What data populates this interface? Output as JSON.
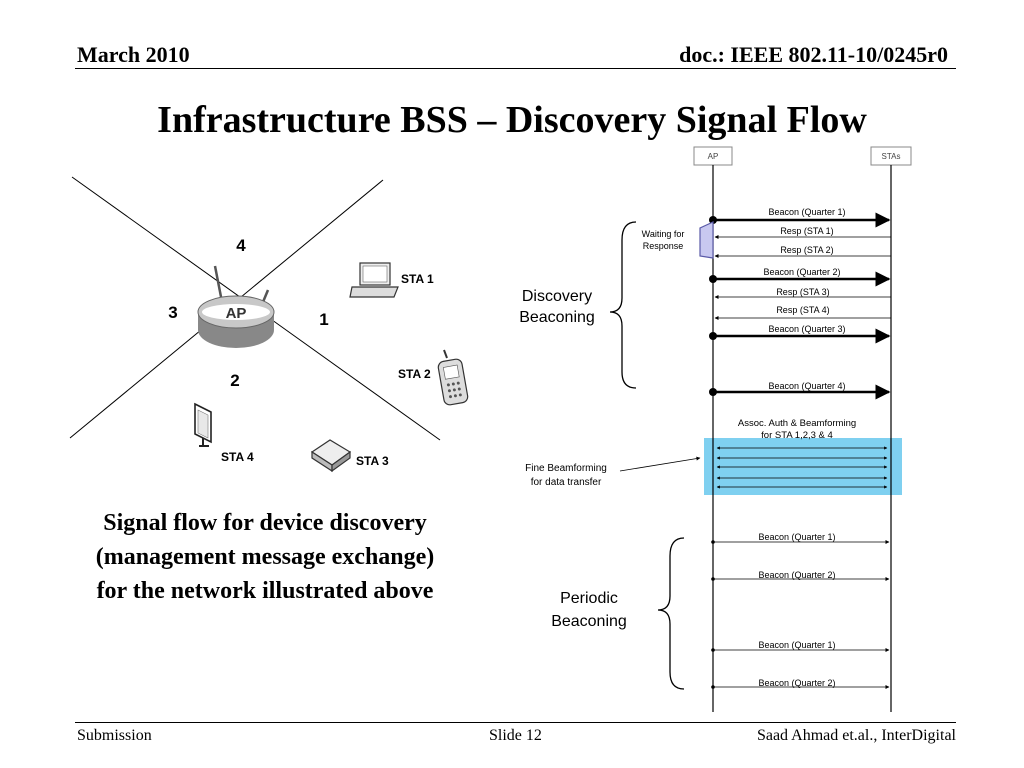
{
  "header": {
    "date": "March 2010",
    "doc": "doc.: IEEE 802.11-10/0245r0"
  },
  "title": "Infrastructure BSS – Discovery Signal Flow",
  "network": {
    "ap_label": "AP",
    "sectors": [
      "1",
      "2",
      "3",
      "4"
    ],
    "stations": [
      "STA 1",
      "STA 2",
      "STA 3",
      "STA 4"
    ]
  },
  "caption": {
    "lines": [
      "Signal flow for device discovery",
      "(management message exchange)",
      "for the network illustrated above"
    ]
  },
  "sequence": {
    "participants": [
      "AP",
      "STAs"
    ],
    "waiting_label": [
      "Waiting for",
      "Response"
    ],
    "discovery_label": [
      "Discovery",
      "Beaconing"
    ],
    "messages": [
      "Beacon (Quarter 1)",
      "Resp (STA 1)",
      "Resp (STA 2)",
      "Beacon (Quarter 2)",
      "Resp (STA 3)",
      "Resp (STA 4)",
      "Beacon (Quarter 3)",
      "Beacon (Quarter 4)"
    ],
    "assoc_label": [
      "Assoc. Auth & Beamforming",
      "for STA 1,2,3 & 4"
    ],
    "fine_label": [
      "Fine Beamforming",
      "for data transfer"
    ],
    "periodic_label": [
      "Periodic",
      "Beaconing"
    ],
    "periodic_messages": [
      "Beacon (Quarter 1)",
      "Beacon (Quarter 2)",
      "Beacon (Quarter 1)",
      "Beacon (Quarter 2)"
    ],
    "highlight_color": "#7fd0f0"
  },
  "footer": {
    "left": "Submission",
    "center": "Slide 12",
    "right": "Saad Ahmad et.al., InterDigital"
  }
}
